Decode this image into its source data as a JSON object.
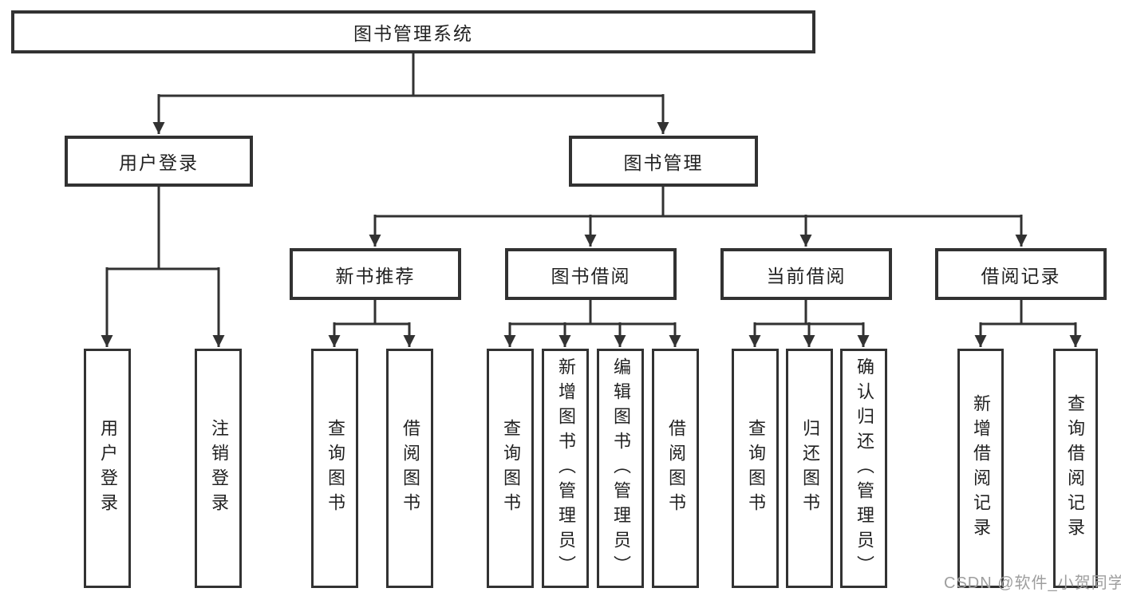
{
  "diagram": {
    "root": "图书管理系统",
    "login": {
      "label": "用户登录",
      "children": [
        "用户登录",
        "注销登录"
      ]
    },
    "management": {
      "label": "图书管理",
      "sections": [
        {
          "label": "新书推荐",
          "children": [
            "查询图书",
            "借阅图书"
          ]
        },
        {
          "label": "图书借阅",
          "children": [
            "查询图书",
            "新增图书（管理员）",
            "编辑图书（管理员）",
            "借阅图书"
          ]
        },
        {
          "label": "当前借阅",
          "children": [
            "查询图书",
            "归还图书",
            "确认归还（管理员）"
          ]
        },
        {
          "label": "借阅记录",
          "children": [
            "新增借阅记录",
            "查询借阅记录"
          ]
        }
      ]
    }
  },
  "colors": {
    "background": "#ffffff",
    "line": "#323232",
    "text": "#222222",
    "watermark": "#9e9e9e"
  },
  "watermark": "CSDN @软件_小贺同学"
}
